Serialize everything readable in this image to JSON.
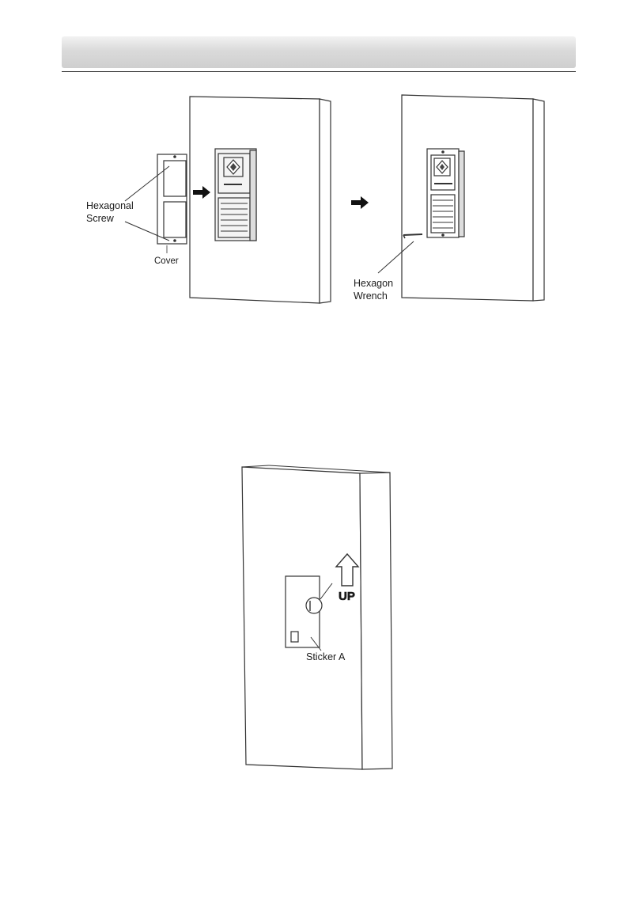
{
  "figure1": {
    "labels": {
      "hex_screw_line1": "Hexagonal",
      "hex_screw_line2": "Screw",
      "cover": "Cover",
      "wrench_line1": "Hexagon",
      "wrench_line2": "Wrench"
    }
  },
  "figure2": {
    "labels": {
      "up": "UP",
      "sticker": "Sticker A"
    }
  }
}
